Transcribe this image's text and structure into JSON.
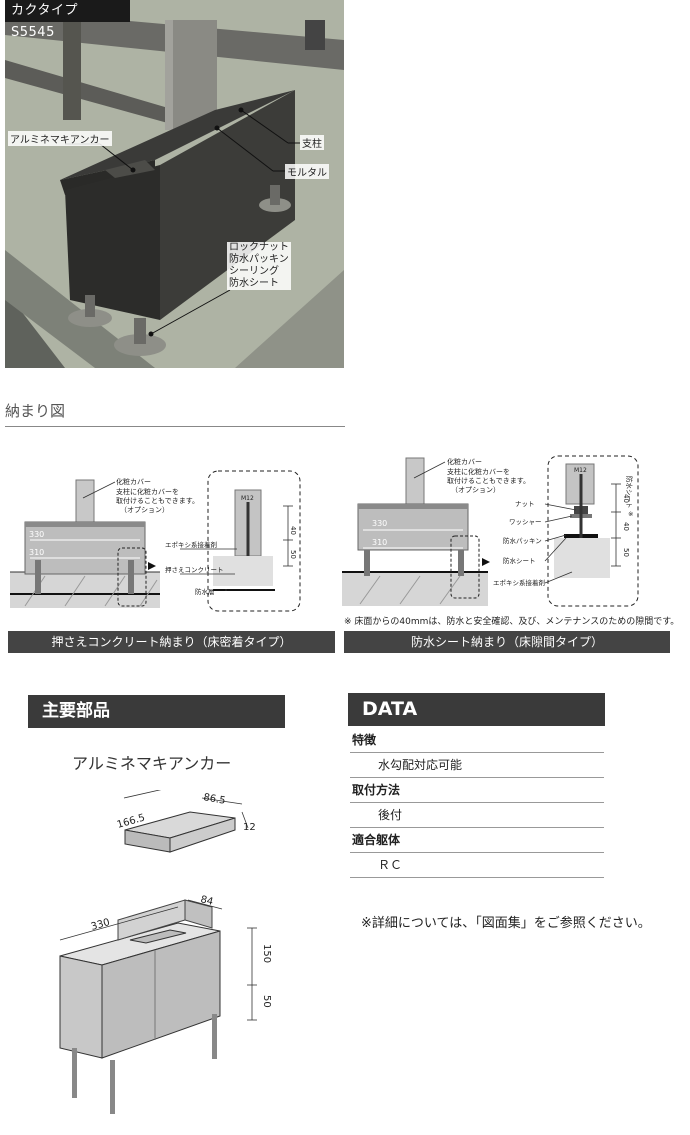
{
  "photo": {
    "title": "カクタイプ　S5545",
    "labels": {
      "anchor": "アルミネマキアンカー",
      "post": "支柱",
      "mortar": "モルタル",
      "hardware": [
        "ロックナット",
        "防水パッキン",
        "シーリング",
        "防水シート"
      ]
    }
  },
  "section": {
    "title": "納まり図"
  },
  "diagram_left": {
    "labels": {
      "cover": "化粧カバー",
      "cover_note": [
        "支柱に化粧カバーを",
        "取付けることもできます。",
        "（オプション）"
      ],
      "epoxy": "エポキシ系接着剤",
      "concrete": "押さえコンクリート",
      "waterproof_layer": "防水層",
      "bolt": "M12"
    },
    "dims": {
      "d330": "330",
      "d310": "310",
      "d40": "40",
      "d50": "50"
    },
    "caption": "押さえコンクリート納まり（床密着タイプ）"
  },
  "diagram_right": {
    "labels": {
      "cover": "化粧カバー",
      "cover_note": [
        "支柱に化粧カバーを",
        "取付けることもできます。",
        "（オプション）"
      ],
      "nut": "ナット",
      "washer": "ワッシャー",
      "packing": "防水パッキン",
      "sheet": "防水シート",
      "epoxy": "エポキシ系接着剤",
      "side_sheet": "防水シート",
      "mark": "※",
      "bolt": "M12"
    },
    "dims": {
      "d330": "330",
      "d310": "310",
      "d40a": "40",
      "d40b": "40",
      "d50": "50"
    },
    "caption": "防水シート納まり（床隙間タイプ）",
    "note": "※ 床面からの40mmは、防水と安全確認、及び、メンテナンスのための隙間です。"
  },
  "parts": {
    "heading": "主要部品",
    "name": "アルミネマキアンカー",
    "dims": {
      "d166": "166.5",
      "d86": "86.5",
      "d12": "12",
      "d330": "330",
      "d84": "84",
      "d150": "150",
      "d50": "50"
    }
  },
  "data": {
    "heading": "DATA",
    "rows": [
      {
        "label": "特徴",
        "value": "水勾配対応可能"
      },
      {
        "label": "取付方法",
        "value": "後付"
      },
      {
        "label": "適合躯体",
        "value": "ＲＣ"
      }
    ],
    "footnote": "※詳細については、「図面集」をご参照ください。"
  }
}
